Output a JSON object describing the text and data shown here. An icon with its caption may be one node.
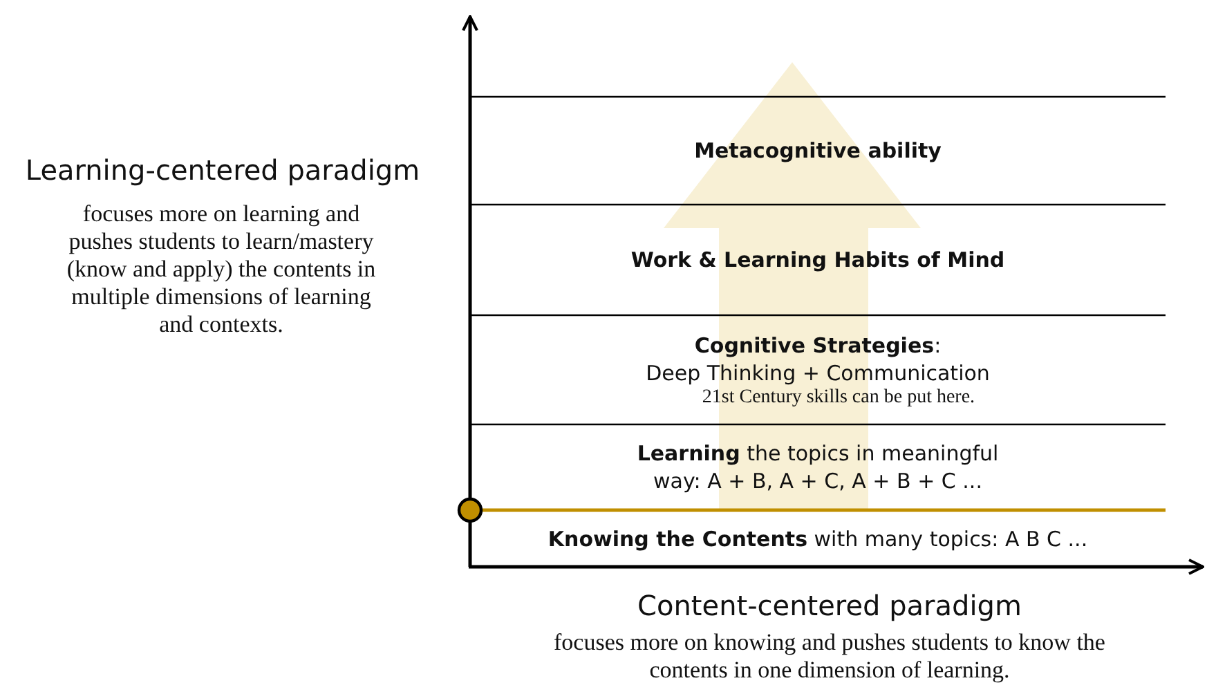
{
  "diagram": {
    "nodes": [
      {
        "text": [
          "Metacognitive ability"
        ]
      },
      {
        "text": [
          "Work & Learning Habits of Mind"
        ]
      },
      {
        "text": [
          "**Cognitive Strategies**:",
          "Deep Thinking + Communication",
          "21st Century skills can be put here."
        ]
      },
      {
        "text": [
          "**Learning** the topics in meaningful way: A + B, A + C, A + B + C ..."
        ]
      },
      {
        "text": [
          "**Knowing the Contents** with many topics: A B C ..."
        ]
      }
    ],
    "labels": [
      "Learning-centered paradigm",
      "focuses more on learning and pushes students to learn/mastery (know and apply) the contents in multiple dimensions of learning and contexts.",
      "Content-centered paradigm",
      "focuses more on knowing and pushes students to know the contents in one dimension of learning."
    ]
  }
}
